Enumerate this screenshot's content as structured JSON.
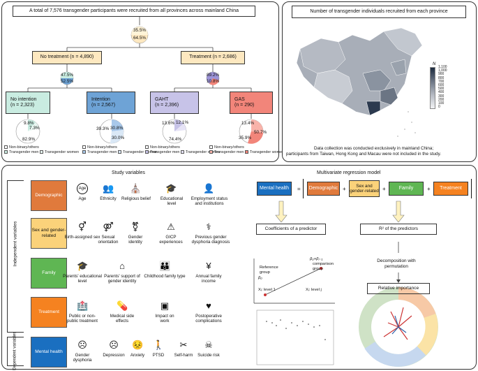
{
  "top_left": {
    "header": "A total of 7,576 transgender participants were recruited from all provinces across mainland China",
    "root_pie": {
      "top": "35.5%",
      "bottom": "64.5%"
    },
    "no_treatment": "No treatment (n = 4,890)",
    "treatment": "Treatment (n = 2,686)",
    "nt_pie": {
      "top": "47.5%",
      "bottom": "52.5%"
    },
    "t_pie": {
      "top": "89.2%",
      "bottom": "10.8%"
    },
    "no_intention": {
      "title": "No intention",
      "n": "(n = 2,323)"
    },
    "intention": {
      "title": "Intention",
      "n": "(n = 2,567)"
    },
    "gaht": {
      "title": "GAHT",
      "n": "(n = 2,396)"
    },
    "gas": {
      "title": "GAS",
      "n": "(n = 290)"
    },
    "pies": [
      {
        "a": "9.8%",
        "b": "7.3%",
        "c": "82.9%"
      },
      {
        "a": "39.3%",
        "b": "30.8%",
        "c": "30.0%"
      },
      {
        "a": "13.6%",
        "b": "12.1%",
        "c": "74.4%"
      },
      {
        "a": "13.4%",
        "b": "50.7%",
        "c": "35.9%"
      }
    ],
    "legend": {
      "nb": "Non-binary/others",
      "tm": "Transgender men",
      "tw": "Transgender women"
    },
    "colors": {
      "no_treat": "#fde8c0",
      "treat": "#fde8c0",
      "no_intention": "#c9ece1",
      "intention": "#6ea3d6",
      "gaht": "#c7c3e8",
      "gas": "#f2857a"
    }
  },
  "top_right": {
    "title": "Number of transgender individuals recruited from each province",
    "legend_label": "N",
    "legend_ticks": [
      "1,100",
      "1,000",
      "900",
      "800",
      "700",
      "600",
      "500",
      "400",
      "300",
      "200",
      "100",
      "0"
    ],
    "note1": "Data collection was conducted exclusively in mainland China;",
    "note2": "participants from Taiwan, Hong Kong and Macau were not included in the study."
  },
  "bottom_left": {
    "title": "Study variables",
    "independent": "Independent variables",
    "dependent": "Dependent variables",
    "rows": [
      {
        "name": "Demographic",
        "color": "#e07a3c",
        "items": [
          {
            "icon": "age-icon",
            "glyph": "Age",
            "label": "Age"
          },
          {
            "icon": "ethnicity-icon",
            "glyph": "👥",
            "label": "Ethnicity"
          },
          {
            "icon": "religion-icon",
            "glyph": "⛪",
            "label": "Religious belief"
          },
          {
            "icon": "education-icon",
            "glyph": "🎓",
            "label": "Educational level"
          },
          {
            "icon": "employment-icon",
            "glyph": "👤",
            "label": "Employment status and institutions"
          }
        ]
      },
      {
        "name": "Sex and gender-related",
        "color": "#fbd27a",
        "items": [
          {
            "icon": "sex-icon",
            "glyph": "⚥",
            "label": "Birth-assigned sex"
          },
          {
            "icon": "orientation-icon",
            "glyph": "⚤",
            "label": "Sexual orientation"
          },
          {
            "icon": "gender-identity-icon",
            "glyph": "⚧",
            "label": "Gender identity"
          },
          {
            "icon": "gicp-icon",
            "glyph": "⚠",
            "label": "GICP experiences"
          },
          {
            "icon": "stethoscope-icon",
            "glyph": "⚕",
            "label": "Previous gender dysphoria diagnosis"
          }
        ]
      },
      {
        "name": "Family",
        "color": "#5fb653",
        "items": [
          {
            "icon": "graduate-icon",
            "glyph": "🎓",
            "label": "Parents' educational level"
          },
          {
            "icon": "home-heart-icon",
            "glyph": "⌂",
            "label": "Parents' support of gender identity"
          },
          {
            "icon": "family-icon",
            "glyph": "👪",
            "label": "Childhood family type"
          },
          {
            "icon": "yen-icon",
            "glyph": "¥",
            "label": "Annual family income"
          }
        ]
      },
      {
        "name": "Treatment",
        "color": "#f58220",
        "items": [
          {
            "icon": "hospital-icon",
            "glyph": "🏥",
            "label": "Public or non-public treatment"
          },
          {
            "icon": "pill-icon",
            "glyph": "💊",
            "label": "Medical side effects"
          },
          {
            "icon": "work-icon",
            "glyph": "▣",
            "label": "Impact on work"
          },
          {
            "icon": "heart-icon",
            "glyph": "♥",
            "label": "Postoperative complications"
          }
        ]
      },
      {
        "name": "Mental health",
        "color": "#1a6fc0",
        "items": [
          {
            "icon": "head-icon",
            "glyph": "☹",
            "label": "Gender dysphoria"
          },
          {
            "icon": "depression-icon",
            "glyph": "☹",
            "label": "Depression"
          },
          {
            "icon": "anxiety-icon",
            "glyph": "😣",
            "label": "Anxiety"
          },
          {
            "icon": "ptsd-icon",
            "glyph": "🚶",
            "label": "PTSD"
          },
          {
            "icon": "scissors-icon",
            "glyph": "✂",
            "label": "Self-harm"
          },
          {
            "icon": "suicide-icon",
            "glyph": "☠",
            "label": "Suicide risk"
          }
        ]
      }
    ]
  },
  "bottom_right": {
    "title": "Multivariate regression model",
    "mental": "Mental health",
    "eq": "=",
    "plus": "+",
    "demo": "Demographic",
    "sex": "Sex and gender-related",
    "family": "Family",
    "treatment": "Treatment",
    "coef": "Coefficients of a predictor",
    "r2": "R² of the predictors",
    "ref1": "Reference",
    "ref2": "group",
    "beta0": "β₀",
    "betaj": "β₀+βⱼ₋₁",
    "cmp1": "comparison",
    "cmp2": "group",
    "x1": "Xᵢ: level 1",
    "xj": "Xᵢ: level j",
    "decomp1": "Decomposition with",
    "decomp2": "permutation",
    "relimp": "Relative importance"
  }
}
